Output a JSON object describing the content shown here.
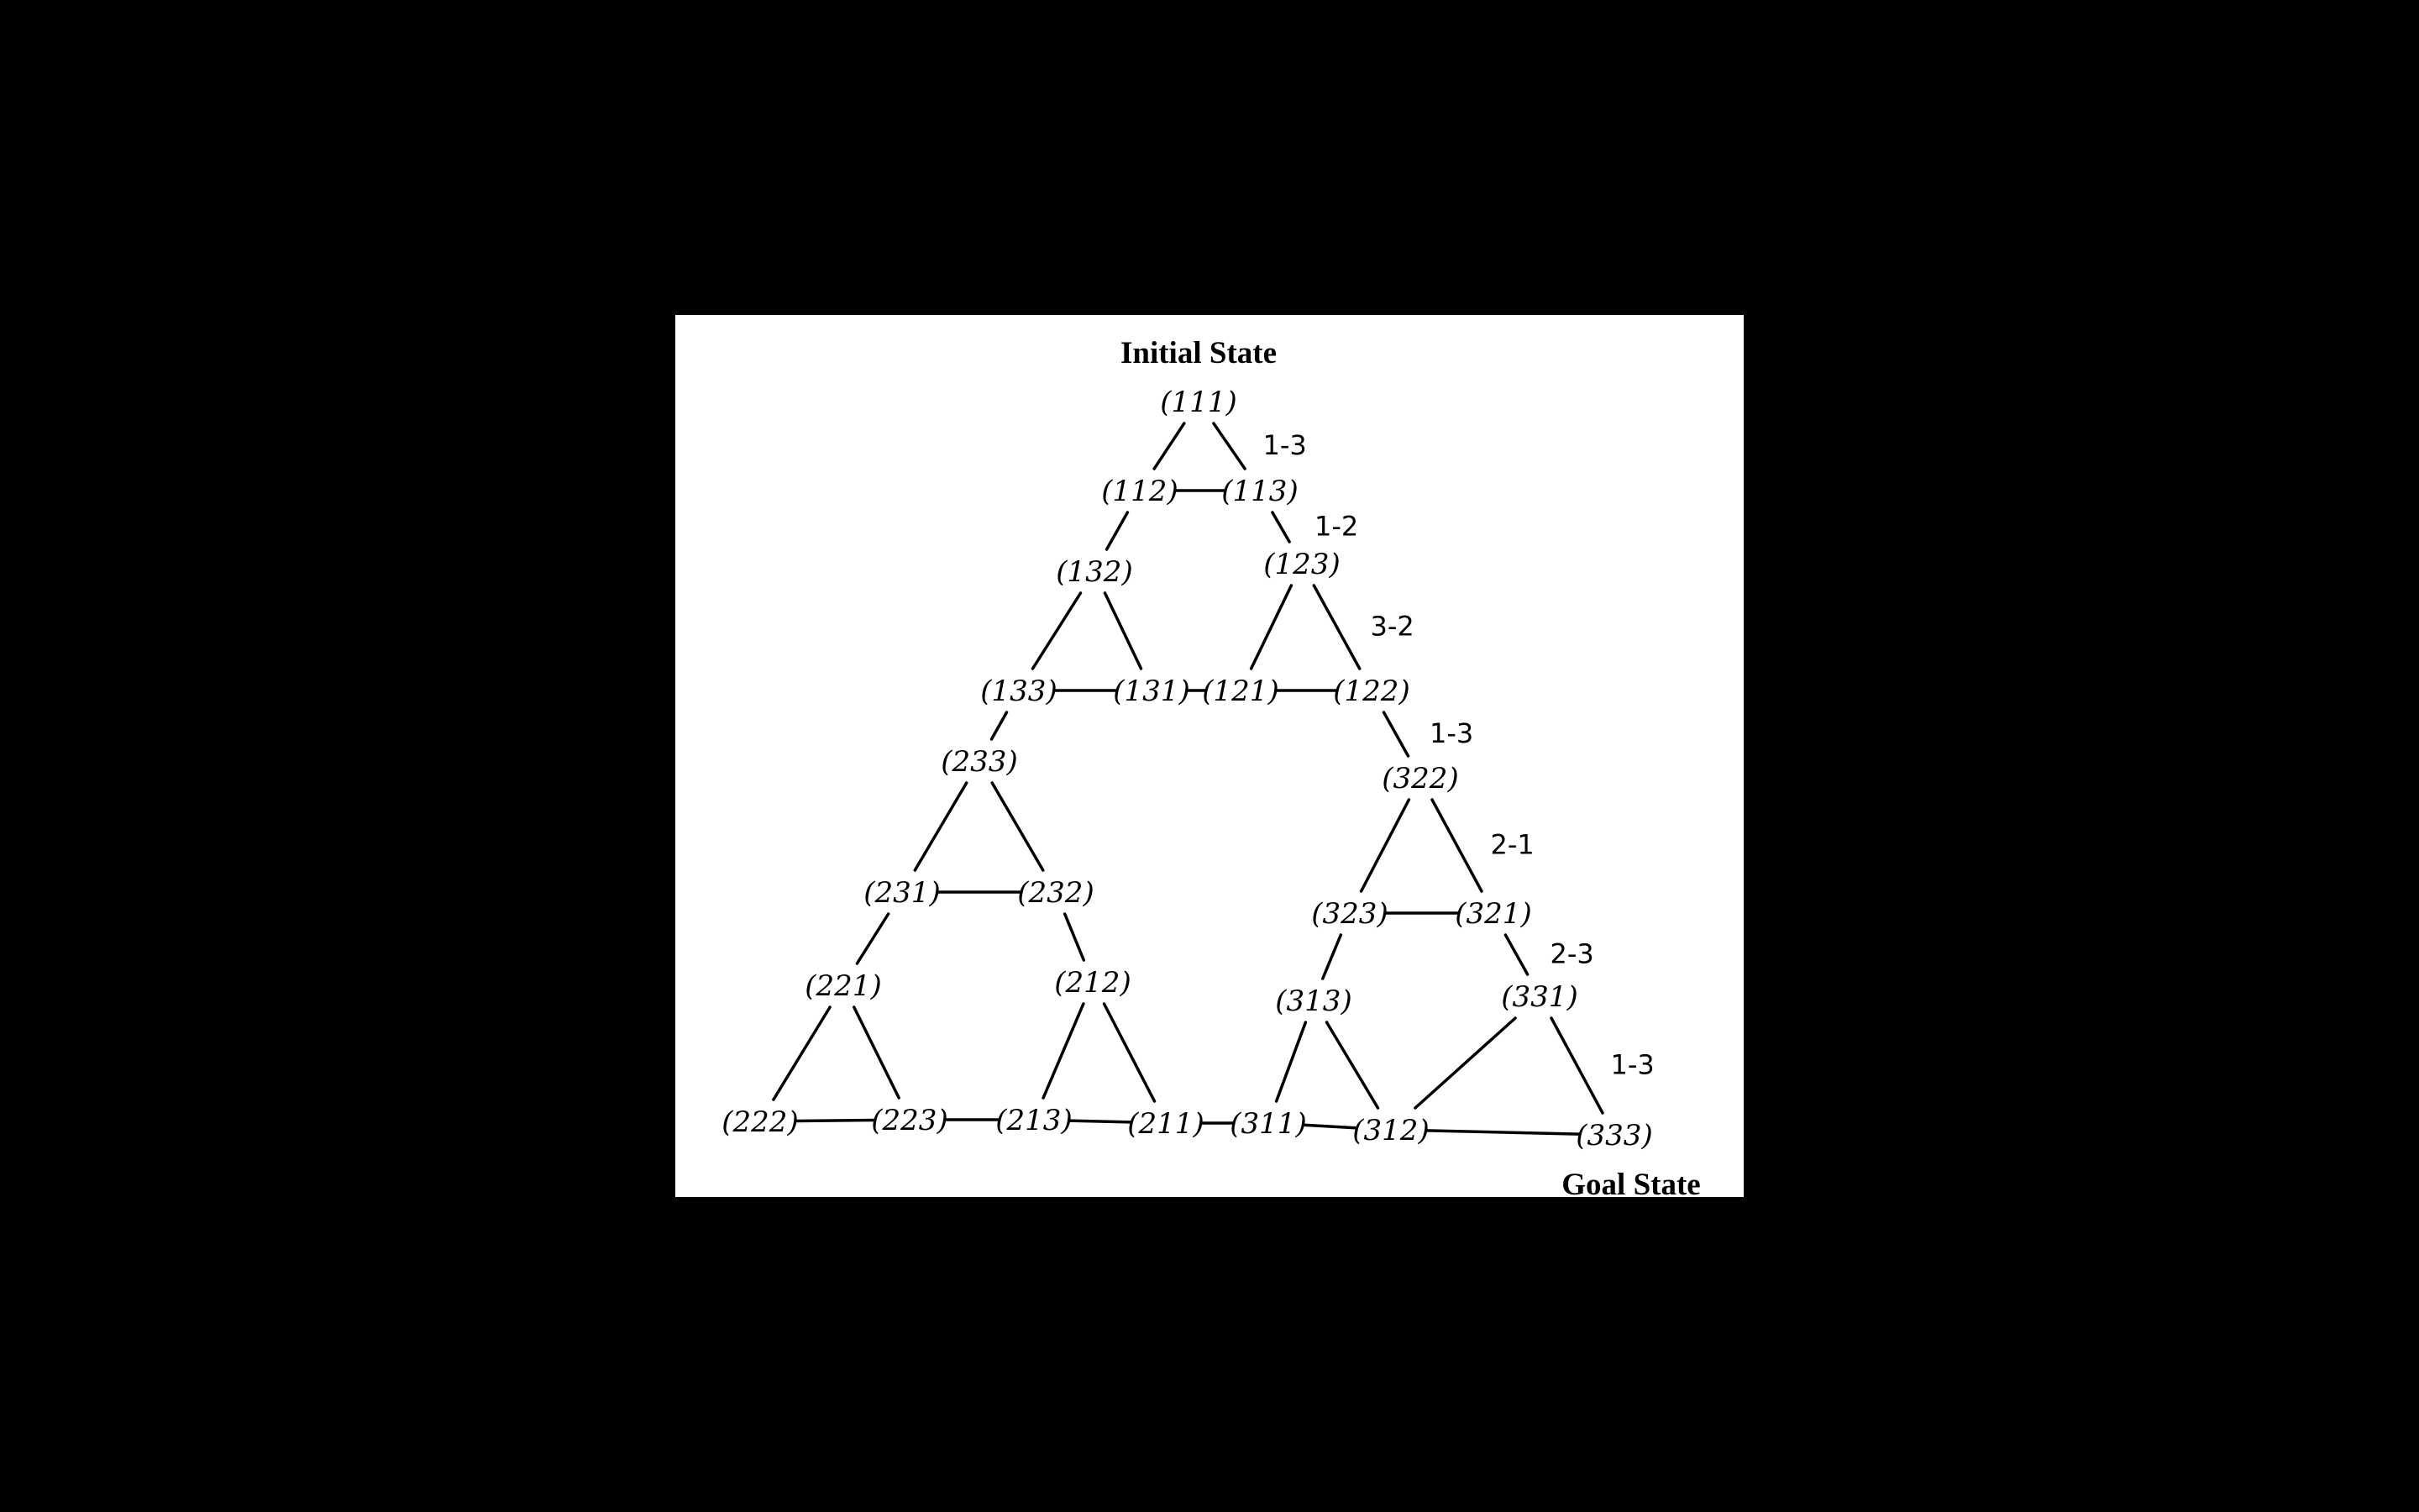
{
  "diagram": {
    "title_initial": "Initial State",
    "title_goal": "Goal State",
    "nodes": [
      {
        "id": "111",
        "label": "(111)"
      },
      {
        "id": "112",
        "label": "(112)"
      },
      {
        "id": "113",
        "label": "(113)"
      },
      {
        "id": "132",
        "label": "(132)"
      },
      {
        "id": "123",
        "label": "(123)"
      },
      {
        "id": "133",
        "label": "(133)"
      },
      {
        "id": "131",
        "label": "(131)"
      },
      {
        "id": "121",
        "label": "(121)"
      },
      {
        "id": "122",
        "label": "(122)"
      },
      {
        "id": "233",
        "label": "(233)"
      },
      {
        "id": "322",
        "label": "(322)"
      },
      {
        "id": "231",
        "label": "(231)"
      },
      {
        "id": "232",
        "label": "(232)"
      },
      {
        "id": "323",
        "label": "(323)"
      },
      {
        "id": "321",
        "label": "(321)"
      },
      {
        "id": "221",
        "label": "(221)"
      },
      {
        "id": "212",
        "label": "(212)"
      },
      {
        "id": "313",
        "label": "(313)"
      },
      {
        "id": "331",
        "label": "(331)"
      },
      {
        "id": "222",
        "label": "(222)"
      },
      {
        "id": "223",
        "label": "(223)"
      },
      {
        "id": "213",
        "label": "(213)"
      },
      {
        "id": "211",
        "label": "(211)"
      },
      {
        "id": "311",
        "label": "(311)"
      },
      {
        "id": "312",
        "label": "(312)"
      },
      {
        "id": "333",
        "label": "(333)"
      }
    ],
    "edges": [
      {
        "from": "111",
        "to": "112"
      },
      {
        "from": "111",
        "to": "113",
        "label": "1-3"
      },
      {
        "from": "112",
        "to": "113"
      },
      {
        "from": "112",
        "to": "132"
      },
      {
        "from": "113",
        "to": "123",
        "label": "1-2"
      },
      {
        "from": "132",
        "to": "133"
      },
      {
        "from": "132",
        "to": "131"
      },
      {
        "from": "123",
        "to": "121"
      },
      {
        "from": "123",
        "to": "122",
        "label": "3-2"
      },
      {
        "from": "133",
        "to": "131"
      },
      {
        "from": "131",
        "to": "121"
      },
      {
        "from": "121",
        "to": "122"
      },
      {
        "from": "133",
        "to": "233"
      },
      {
        "from": "122",
        "to": "322",
        "label": "1-3"
      },
      {
        "from": "233",
        "to": "231"
      },
      {
        "from": "233",
        "to": "232"
      },
      {
        "from": "231",
        "to": "232"
      },
      {
        "from": "322",
        "to": "323"
      },
      {
        "from": "322",
        "to": "321",
        "label": "2-1"
      },
      {
        "from": "323",
        "to": "321"
      },
      {
        "from": "231",
        "to": "221"
      },
      {
        "from": "232",
        "to": "212"
      },
      {
        "from": "323",
        "to": "313"
      },
      {
        "from": "321",
        "to": "331",
        "label": "2-3"
      },
      {
        "from": "221",
        "to": "222"
      },
      {
        "from": "221",
        "to": "223"
      },
      {
        "from": "212",
        "to": "213"
      },
      {
        "from": "212",
        "to": "211"
      },
      {
        "from": "313",
        "to": "311"
      },
      {
        "from": "313",
        "to": "312"
      },
      {
        "from": "331",
        "to": "312"
      },
      {
        "from": "331",
        "to": "333",
        "label": "1-3"
      },
      {
        "from": "222",
        "to": "223"
      },
      {
        "from": "223",
        "to": "213"
      },
      {
        "from": "213",
        "to": "211"
      },
      {
        "from": "211",
        "to": "311"
      },
      {
        "from": "311",
        "to": "312"
      },
      {
        "from": "312",
        "to": "333"
      }
    ]
  }
}
